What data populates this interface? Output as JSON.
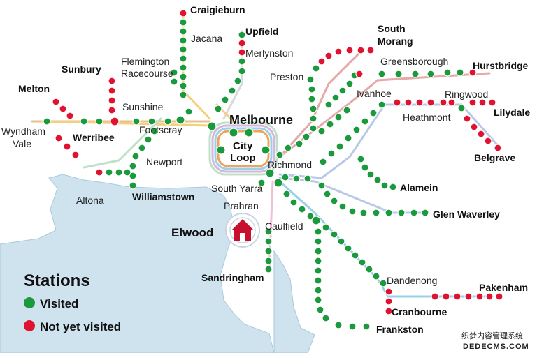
{
  "map": {
    "labels": {
      "craigieburn": "Craigieburn",
      "jacana": "Jacana",
      "upfield": "Upfield",
      "merlynston": "Merlynston",
      "flemington": "Flemington",
      "racecourse": "Racecourse",
      "sunbury": "Sunbury",
      "melton": "Melton",
      "sunshine": "Sunshine",
      "wyndham1": "Wyndham",
      "wyndham2": "Vale",
      "werribee": "Werribee",
      "footscray": "Footscray",
      "newport": "Newport",
      "altona": "Altona",
      "williamstown": "Williamstown",
      "melbourne": "Melbourne",
      "city1": "City",
      "city2": "Loop",
      "south_morang1": "South",
      "south_morang2": "Morang",
      "greensborough": "Greensborough",
      "hurstbridge": "Hurstbridge",
      "preston": "Preston",
      "ivanhoe": "Ivanhoe",
      "ringwood": "Ringwood",
      "lilydale": "Lilydale",
      "heathmont": "Heathmont",
      "belgrave": "Belgrave",
      "richmond": "Richmond",
      "south_yarra": "South Yarra",
      "alamein": "Alamein",
      "glen_waverley": "Glen Waverley",
      "prahran": "Prahran",
      "elwood": "Elwood",
      "caulfield": "Caulfield",
      "sandringham": "Sandringham",
      "dandenong": "Dandenong",
      "pakenham": "Pakenham",
      "cranbourne": "Cranbourne",
      "frankston": "Frankston"
    },
    "colors": {
      "visited": "#1a9a3c",
      "not_visited": "#e0122f",
      "water": "#cfe3ef",
      "home": "#c8102e"
    }
  },
  "legend": {
    "title": "Stations",
    "visited": "Visited",
    "not_visited": "Not yet visited"
  },
  "watermark": {
    "line1": "织梦内容管理系统",
    "line2": "DEDECMS.COM"
  }
}
